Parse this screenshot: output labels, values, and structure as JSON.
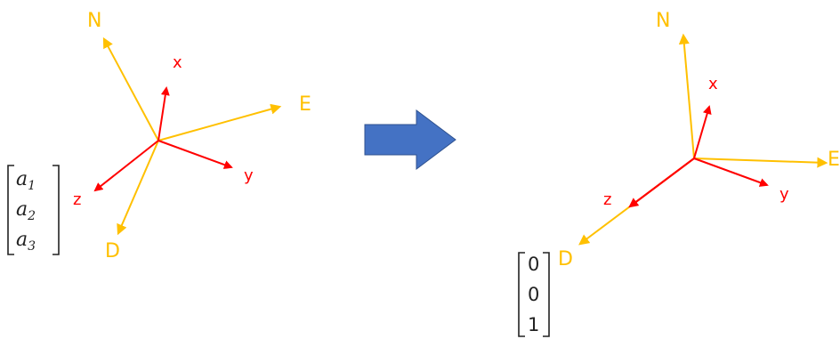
{
  "colors": {
    "ned_axes": "#FFC000",
    "body_axes": "#FF0000",
    "transition_arrow": "#4472C4",
    "text": "#222222"
  },
  "left_frame": {
    "ned_labels": {
      "north": "N",
      "east": "E",
      "down": "D"
    },
    "body_labels": {
      "x": "x",
      "y": "y",
      "z": "z"
    },
    "vector": {
      "entries": [
        {
          "symbol": "a",
          "subscript": "1"
        },
        {
          "symbol": "a",
          "subscript": "2"
        },
        {
          "symbol": "a",
          "subscript": "3"
        }
      ]
    }
  },
  "right_frame": {
    "ned_labels": {
      "north": "N",
      "east": "E",
      "down": "D"
    },
    "body_labels": {
      "x": "x",
      "y": "y",
      "z": "z"
    },
    "vector": {
      "entries": [
        "0",
        "0",
        "1"
      ]
    }
  }
}
